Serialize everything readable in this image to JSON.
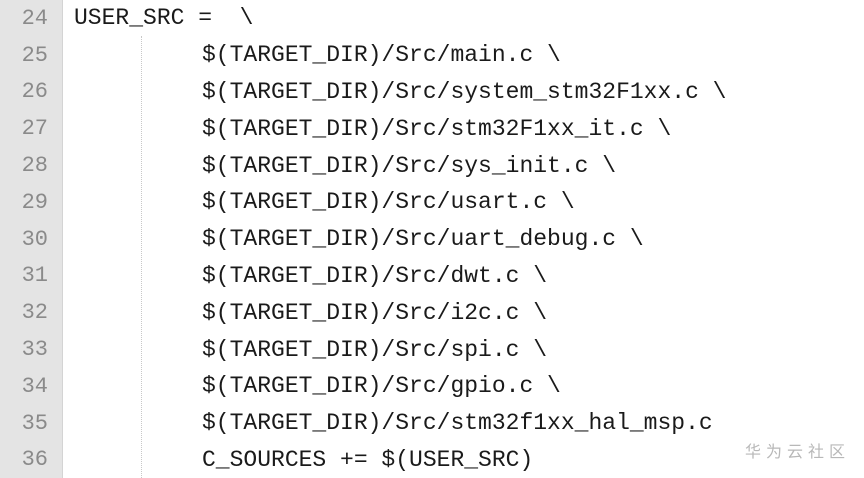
{
  "editor": {
    "lines": [
      {
        "number": "24",
        "code": "USER_SRC =  \\"
      },
      {
        "number": "25",
        "code": "$(TARGET_DIR)/Src/main.c \\"
      },
      {
        "number": "26",
        "code": "$(TARGET_DIR)/Src/system_stm32F1xx.c \\"
      },
      {
        "number": "27",
        "code": "$(TARGET_DIR)/Src/stm32F1xx_it.c \\"
      },
      {
        "number": "28",
        "code": "$(TARGET_DIR)/Src/sys_init.c \\"
      },
      {
        "number": "29",
        "code": "$(TARGET_DIR)/Src/usart.c \\"
      },
      {
        "number": "30",
        "code": "$(TARGET_DIR)/Src/uart_debug.c \\"
      },
      {
        "number": "31",
        "code": "$(TARGET_DIR)/Src/dwt.c \\"
      },
      {
        "number": "32",
        "code": "$(TARGET_DIR)/Src/i2c.c \\"
      },
      {
        "number": "33",
        "code": "$(TARGET_DIR)/Src/spi.c \\"
      },
      {
        "number": "34",
        "code": "$(TARGET_DIR)/Src/gpio.c \\"
      },
      {
        "number": "35",
        "code": "$(TARGET_DIR)/Src/stm32f1xx_hal_msp.c"
      },
      {
        "number": "36",
        "code": "C_SOURCES += $(USER_SRC)"
      }
    ]
  },
  "watermark": {
    "text": "华为云社区"
  }
}
